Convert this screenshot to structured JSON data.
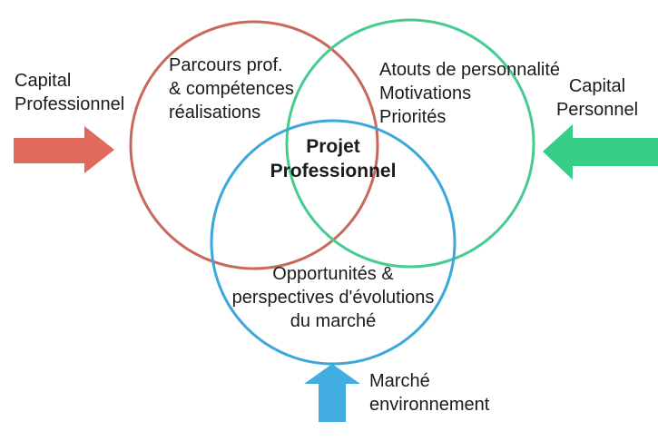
{
  "diagram": {
    "title_concept": "Projet Professionnel",
    "center_label": "Projet\nProfessionnel",
    "circles": [
      {
        "id": "parcours",
        "label": "Parcours prof.\n& compétences\nréalisations",
        "color": "#c9685c"
      },
      {
        "id": "atouts",
        "label": "Atouts de personnalité\nMotivations\nPriorités",
        "color": "#48cb8e"
      },
      {
        "id": "marche",
        "label": "Opportunités &\nperspectives d'évolutions\ndu marché",
        "color": "#3ba7da"
      }
    ],
    "arrows": [
      {
        "id": "capital-professionnel",
        "label": "Capital\nProfessionnel",
        "direction": "right",
        "color": "#e26a5c"
      },
      {
        "id": "capital-personnel",
        "label": "Capital\nPersonnel",
        "direction": "left",
        "color": "#36cd84"
      },
      {
        "id": "marche-environnement",
        "label": "Marché\nenvironnement",
        "direction": "up",
        "color": "#41ade1"
      }
    ]
  }
}
